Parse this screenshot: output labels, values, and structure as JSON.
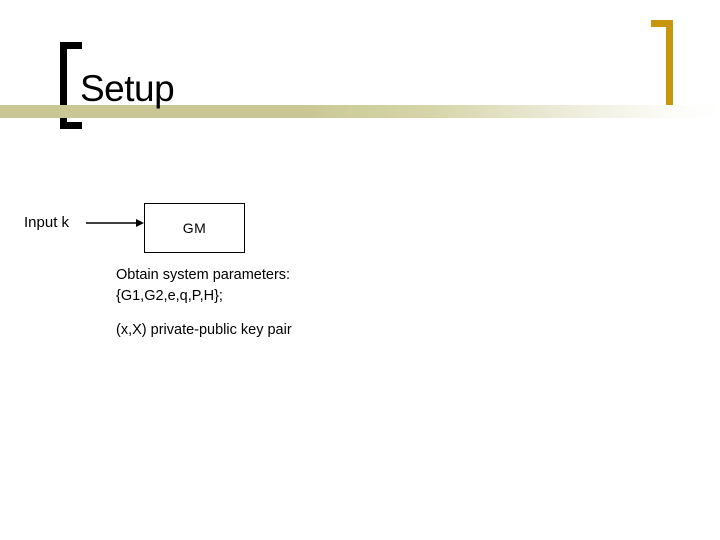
{
  "slide": {
    "title": "Setup",
    "background_color": "#ffffff"
  },
  "decor": {
    "left_bracket_color": "#000000",
    "right_bracket_color": "#c8960c",
    "rule_color": "#c9c894",
    "rule_fade_to": "#ffffff"
  },
  "diagram": {
    "input_label": "Input k",
    "arrow_name": "right-arrow",
    "box_label": "GM"
  },
  "notes": {
    "lines": [
      "Obtain system parameters:",
      "{G1,G2,e,q,P,H};",
      "(x,X) private-public key pair"
    ]
  }
}
